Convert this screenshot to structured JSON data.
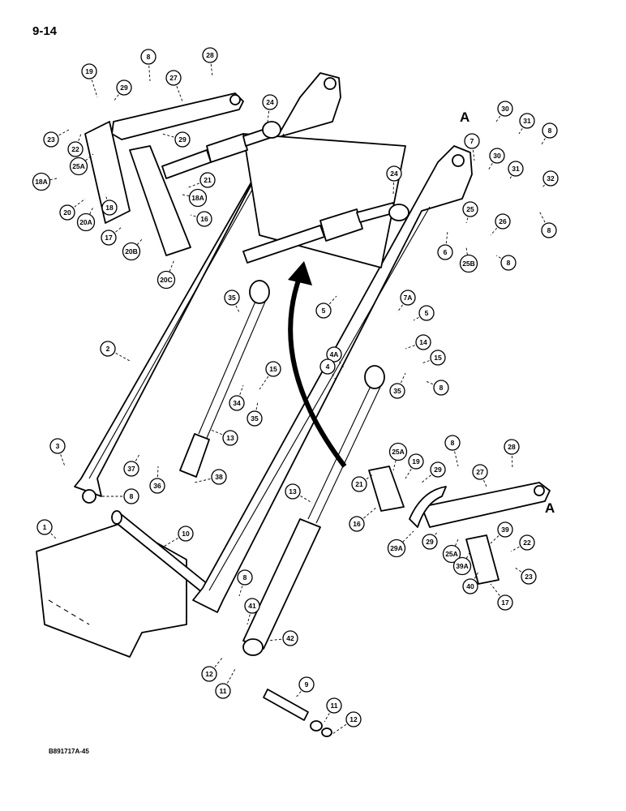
{
  "page": {
    "number": "9-14",
    "figure_code": "B891717A-45"
  },
  "sheet_markers": [
    "A",
    "A"
  ],
  "callouts": [
    {
      "id": "c-8-top",
      "label": "8"
    },
    {
      "id": "c-28-top",
      "label": "28"
    },
    {
      "id": "c-19-top",
      "label": "19"
    },
    {
      "id": "c-27-top",
      "label": "27"
    },
    {
      "id": "c-29-top1",
      "label": "29"
    },
    {
      "id": "c-24-top",
      "label": "24"
    },
    {
      "id": "c-23-top",
      "label": "23"
    },
    {
      "id": "c-22-top",
      "label": "22"
    },
    {
      "id": "c-29-top2",
      "label": "29"
    },
    {
      "id": "c-25a-top",
      "label": "25A"
    },
    {
      "id": "c-21-top",
      "label": "21"
    },
    {
      "id": "c-18a-left",
      "label": "18A"
    },
    {
      "id": "c-18-top",
      "label": "18"
    },
    {
      "id": "c-18a-mid",
      "label": "18A"
    },
    {
      "id": "c-20-top",
      "label": "20"
    },
    {
      "id": "c-20a-top",
      "label": "20A"
    },
    {
      "id": "c-16-top",
      "label": "16"
    },
    {
      "id": "c-17-top",
      "label": "17"
    },
    {
      "id": "c-20b-top",
      "label": "20B"
    },
    {
      "id": "c-20c-top",
      "label": "20C"
    },
    {
      "id": "c-30-top",
      "label": "30"
    },
    {
      "id": "c-31-top",
      "label": "31"
    },
    {
      "id": "c-8-right1",
      "label": "8"
    },
    {
      "id": "c-7-right",
      "label": "7"
    },
    {
      "id": "c-30-mid",
      "label": "30"
    },
    {
      "id": "c-31-mid",
      "label": "31"
    },
    {
      "id": "c-32-right",
      "label": "32"
    },
    {
      "id": "c-24-mid",
      "label": "24"
    },
    {
      "id": "c-8-right2",
      "label": "8"
    },
    {
      "id": "c-25-right",
      "label": "25"
    },
    {
      "id": "c-26-right",
      "label": "26"
    },
    {
      "id": "c-6-right",
      "label": "6"
    },
    {
      "id": "c-25b-right",
      "label": "25B"
    },
    {
      "id": "c-8-right3",
      "label": "8"
    },
    {
      "id": "c-35-left",
      "label": "35"
    },
    {
      "id": "c-5-left",
      "label": "5"
    },
    {
      "id": "c-7a-right",
      "label": "7A"
    },
    {
      "id": "c-5-right",
      "label": "5"
    },
    {
      "id": "c-2-left",
      "label": "2"
    },
    {
      "id": "c-14-right",
      "label": "14"
    },
    {
      "id": "c-4a-mid",
      "label": "4A"
    },
    {
      "id": "c-15-right",
      "label": "15"
    },
    {
      "id": "c-4-mid",
      "label": "4"
    },
    {
      "id": "c-8-right4",
      "label": "8"
    },
    {
      "id": "c-35-right",
      "label": "35"
    },
    {
      "id": "c-15-mid",
      "label": "15"
    },
    {
      "id": "c-34-mid",
      "label": "34"
    },
    {
      "id": "c-35-mid",
      "label": "35"
    },
    {
      "id": "c-3-left",
      "label": "3"
    },
    {
      "id": "c-13-left",
      "label": "13"
    },
    {
      "id": "c-37-left",
      "label": "37"
    },
    {
      "id": "c-36-left",
      "label": "36"
    },
    {
      "id": "c-38-left",
      "label": "38"
    },
    {
      "id": "c-8-left",
      "label": "8"
    },
    {
      "id": "c-8-lower",
      "label": "8"
    },
    {
      "id": "c-28-lower",
      "label": "28"
    },
    {
      "id": "c-25a-lower1",
      "label": "25A"
    },
    {
      "id": "c-19-lower",
      "label": "19"
    },
    {
      "id": "c-21-lower",
      "label": "21"
    },
    {
      "id": "c-29-lower1",
      "label": "29"
    },
    {
      "id": "c-27-lower",
      "label": "27"
    },
    {
      "id": "c-13-mid",
      "label": "13"
    },
    {
      "id": "c-16-lower",
      "label": "16"
    },
    {
      "id": "c-1-left",
      "label": "1"
    },
    {
      "id": "c-10-mid",
      "label": "10"
    },
    {
      "id": "c-29a-lower",
      "label": "29A"
    },
    {
      "id": "c-29-lower2",
      "label": "29"
    },
    {
      "id": "c-39-lower",
      "label": "39"
    },
    {
      "id": "c-22-lower",
      "label": "22"
    },
    {
      "id": "c-25a-lower2",
      "label": "25A"
    },
    {
      "id": "c-39a-lower",
      "label": "39A"
    },
    {
      "id": "c-23-lower",
      "label": "23"
    },
    {
      "id": "c-40-lower",
      "label": "40"
    },
    {
      "id": "c-17-lower",
      "label": "17"
    },
    {
      "id": "c-8-bottom",
      "label": "8"
    },
    {
      "id": "c-41-bottom",
      "label": "41"
    },
    {
      "id": "c-42-bottom",
      "label": "42"
    },
    {
      "id": "c-12-bottom1",
      "label": "12"
    },
    {
      "id": "c-11-bottom1",
      "label": "11"
    },
    {
      "id": "c-9-bottom",
      "label": "9"
    },
    {
      "id": "c-11-bottom2",
      "label": "11"
    },
    {
      "id": "c-12-bottom2",
      "label": "12"
    }
  ]
}
